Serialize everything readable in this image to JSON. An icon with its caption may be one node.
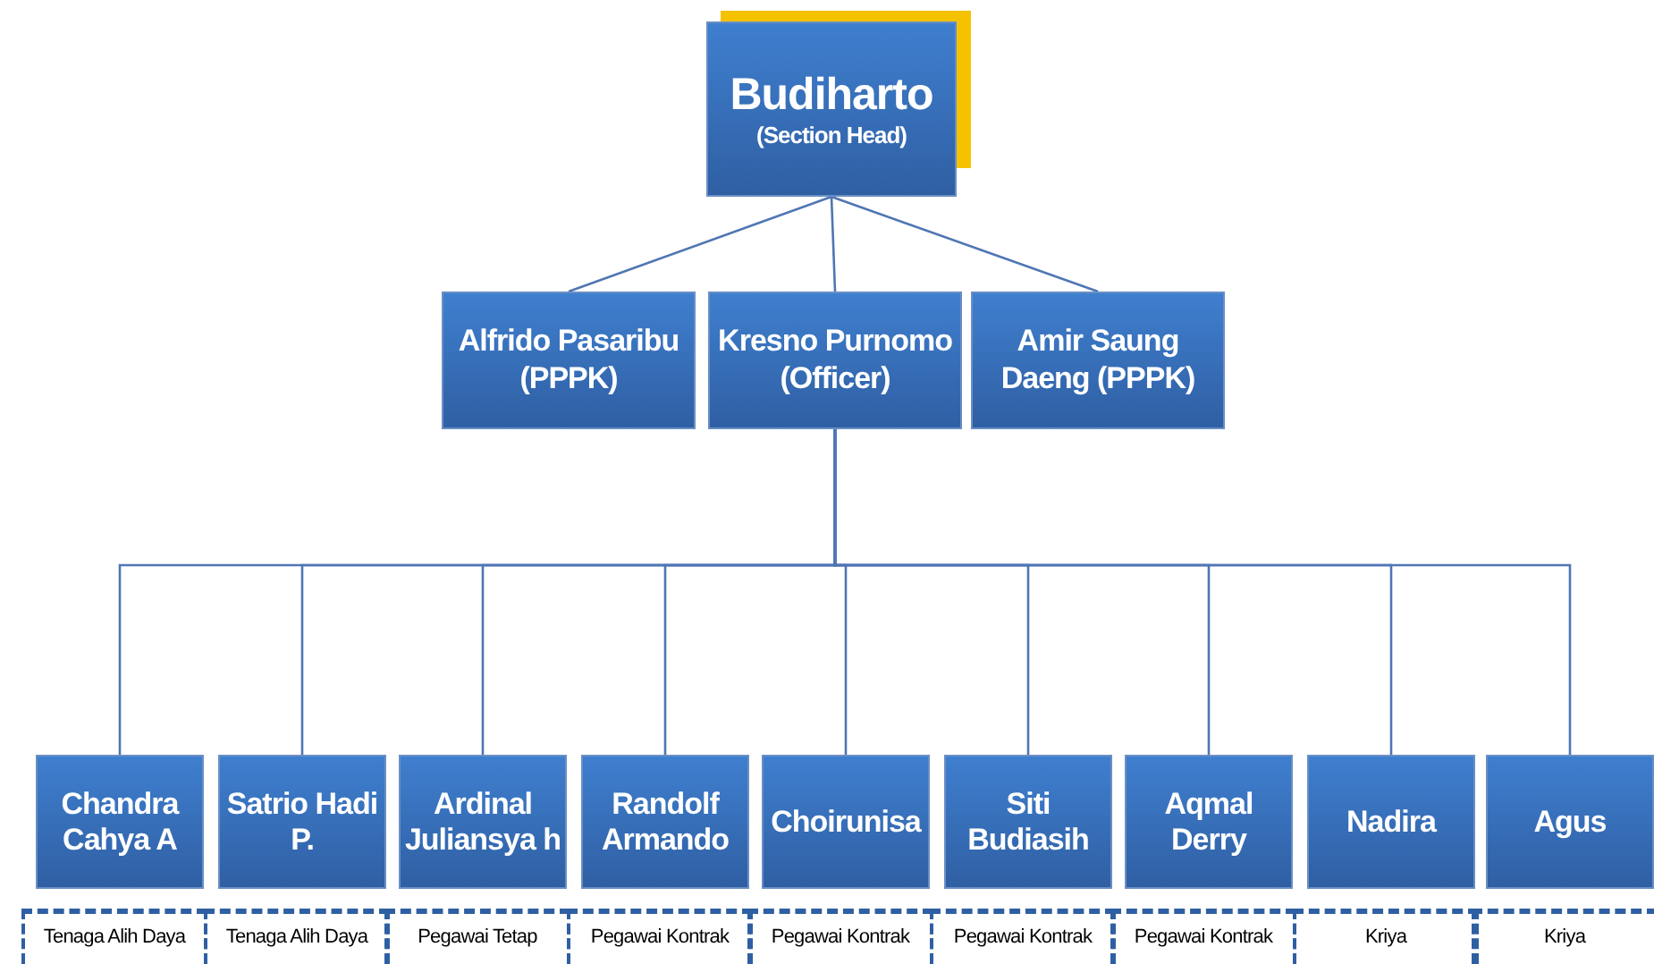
{
  "diagram": {
    "nodes": [
      {
        "text": [
          "Budiharto",
          "(Section Head)"
        ]
      },
      {
        "text": [
          "Alfrido Pasaribu (PPPK)"
        ]
      },
      {
        "text": [
          "Kresno Purnomo (Officer)"
        ]
      },
      {
        "text": [
          "Amir Saung Daeng (PPPK)"
        ]
      },
      {
        "text": [
          "Chandra Cahya A"
        ]
      },
      {
        "text": [
          "Satrio Hadi P."
        ]
      },
      {
        "text": [
          "Ardinal Juliansya h"
        ]
      },
      {
        "text": [
          "Randolf Armando"
        ]
      },
      {
        "text": [
          "Choirunisa"
        ]
      },
      {
        "text": [
          "Siti Budiasih"
        ]
      },
      {
        "text": [
          "Aqmal Derry"
        ]
      },
      {
        "text": [
          "Nadira"
        ]
      },
      {
        "text": [
          "Agus"
        ]
      },
      {
        "text": [
          "Tenaga Alih Daya"
        ]
      },
      {
        "text": [
          "Tenaga Alih Daya"
        ]
      },
      {
        "text": [
          "Pegawai Tetap"
        ]
      },
      {
        "text": [
          "Pegawai Kontrak"
        ]
      },
      {
        "text": [
          "Pegawai Kontrak"
        ]
      },
      {
        "text": [
          "Pegawai Kontrak"
        ]
      },
      {
        "text": [
          "Pegawai Kontrak"
        ]
      },
      {
        "text": [
          "Kriya"
        ]
      },
      {
        "text": [
          "Kriya"
        ]
      }
    ],
    "edges": [
      {
        "from": 0,
        "to": 1,
        "arrow": "none"
      },
      {
        "from": 0,
        "to": 2,
        "arrow": "none"
      },
      {
        "from": 0,
        "to": 3,
        "arrow": "none"
      },
      {
        "from": 2,
        "to": 4,
        "arrow": "none"
      },
      {
        "from": 2,
        "to": 5,
        "arrow": "none"
      },
      {
        "from": 2,
        "to": 6,
        "arrow": "none"
      },
      {
        "from": 2,
        "to": 7,
        "arrow": "none"
      },
      {
        "from": 2,
        "to": 8,
        "arrow": "none"
      },
      {
        "from": 2,
        "to": 9,
        "arrow": "none"
      },
      {
        "from": 2,
        "to": 10,
        "arrow": "none"
      },
      {
        "from": 2,
        "to": 11,
        "arrow": "none"
      },
      {
        "from": 2,
        "to": 12,
        "arrow": "none"
      }
    ]
  }
}
